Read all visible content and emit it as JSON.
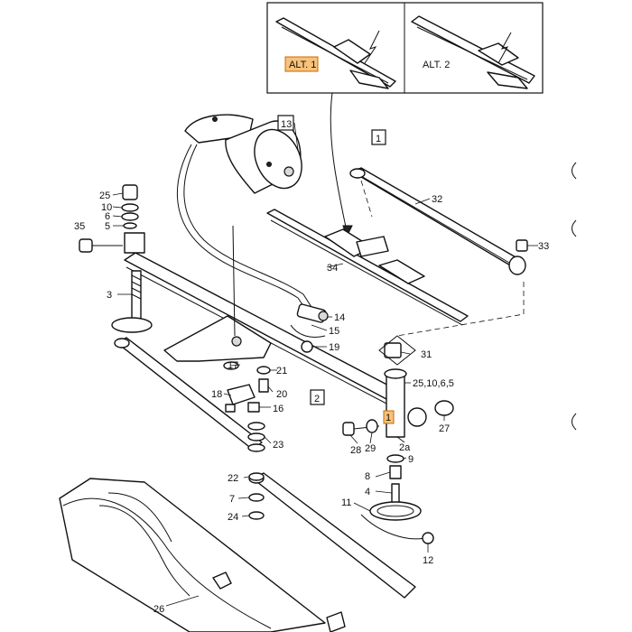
{
  "insets": {
    "alt1": "ALT. 1",
    "alt2": "ALT. 2"
  },
  "labels": {
    "p1": "1",
    "p1h": "1",
    "p2": "2",
    "p2a": "2a",
    "p3": "3",
    "p4": "4",
    "p5": "5",
    "p6": "6",
    "p7": "7",
    "p8": "8",
    "p9": "9",
    "p10": "10",
    "p11": "11",
    "p12": "12",
    "p13": "13",
    "p14": "14",
    "p15": "15",
    "p16": "16",
    "p17": "17",
    "p18": "18",
    "p19": "19",
    "p20": "20",
    "p21": "21",
    "p22": "22",
    "p23": "23",
    "p24": "24",
    "p25": "25",
    "p25g": "25,10,6,5",
    "p26": "26",
    "p27": "27",
    "p28": "28",
    "p29": "29",
    "p31": "31",
    "p32": "32",
    "p33": "33",
    "p34": "34",
    "p35": "35"
  },
  "colors": {
    "highlight_fill": "#f7c27a",
    "highlight_stroke": "#c96a00",
    "line": "#111111"
  }
}
